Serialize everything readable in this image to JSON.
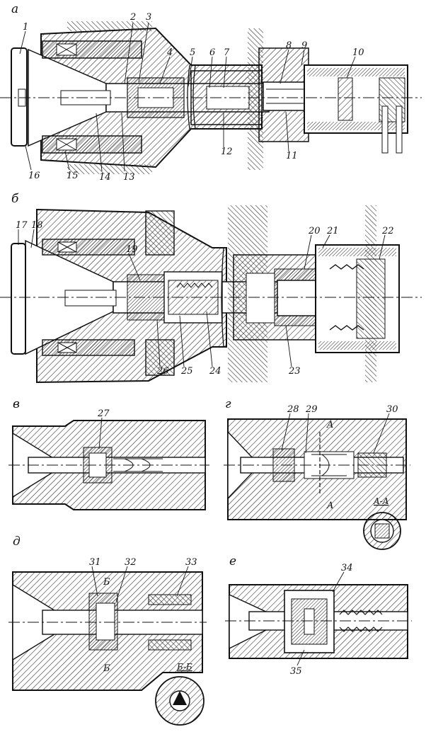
{
  "panels": [
    {
      "id": "a",
      "letter": "а"
    },
    {
      "id": "b",
      "letter": "б"
    },
    {
      "id": "v",
      "letter": "в"
    },
    {
      "id": "g",
      "letter": "г"
    },
    {
      "id": "d",
      "letter": "д"
    },
    {
      "id": "e",
      "letter": "е"
    }
  ],
  "callouts": {
    "a": [
      "1",
      "2",
      "3",
      "4",
      "5",
      "6",
      "7",
      "8",
      "9",
      "10",
      "11",
      "12",
      "13",
      "14",
      "15",
      "16"
    ],
    "b": [
      "17",
      "18",
      "19",
      "20",
      "21",
      "22",
      "23",
      "24",
      "25",
      "26"
    ],
    "v": [
      "27"
    ],
    "g": [
      "28",
      "29",
      "30"
    ],
    "d": [
      "31",
      "32",
      "33"
    ],
    "e": [
      "34",
      "35"
    ]
  },
  "section_marks": {
    "g_cut": "A",
    "g_section": "A-A",
    "d_cut": "Б",
    "d_section": "Б-Б"
  }
}
